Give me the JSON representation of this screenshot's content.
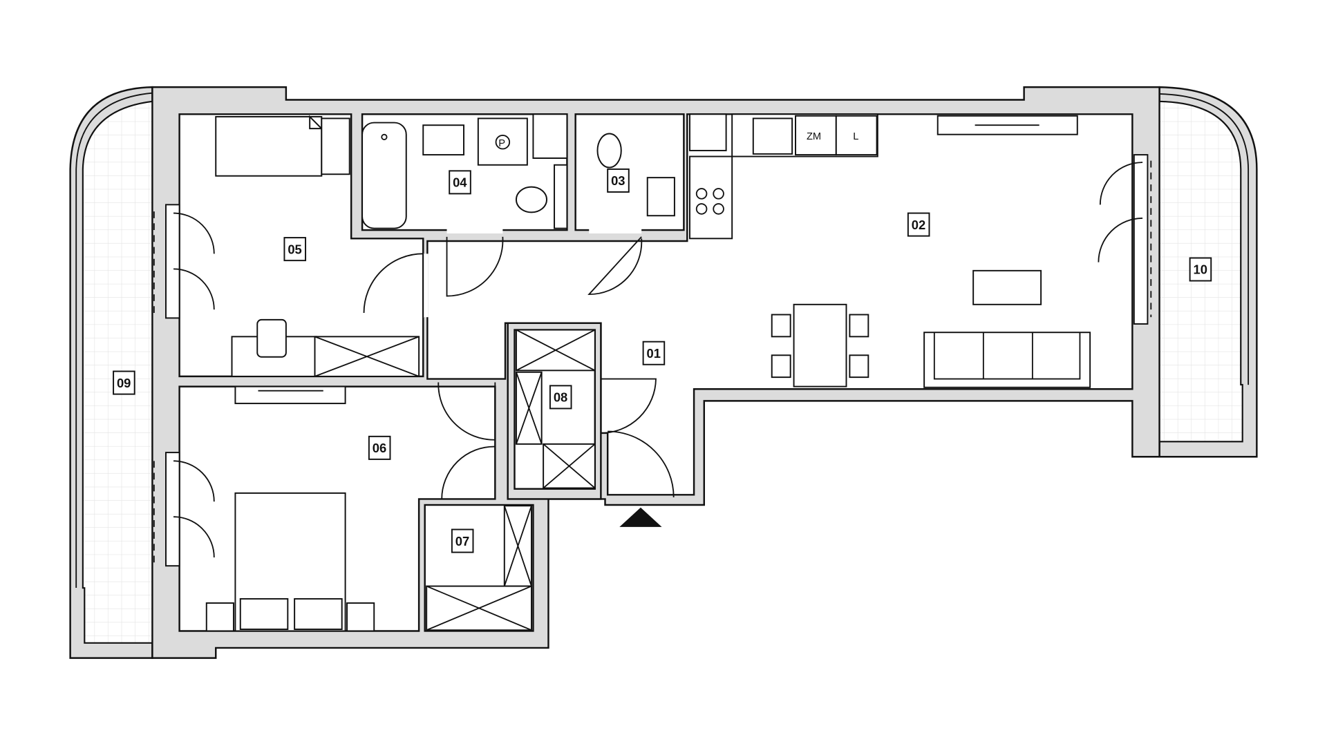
{
  "rooms": [
    {
      "id": "01"
    },
    {
      "id": "02"
    },
    {
      "id": "03"
    },
    {
      "id": "04"
    },
    {
      "id": "05"
    },
    {
      "id": "06"
    },
    {
      "id": "07"
    },
    {
      "id": "08"
    },
    {
      "id": "09"
    },
    {
      "id": "10"
    }
  ],
  "labels": {
    "r01": "01",
    "r02": "02",
    "r03": "03",
    "r04": "04",
    "r05": "05",
    "r06": "06",
    "r07": "07",
    "r08": "08",
    "r09": "09",
    "r10": "10"
  },
  "appliances": {
    "fridge_freezer": "ZM",
    "fridge": "L",
    "boiler": "P"
  },
  "colors": {
    "wall": "#dcdcdc",
    "line": "#111111"
  }
}
